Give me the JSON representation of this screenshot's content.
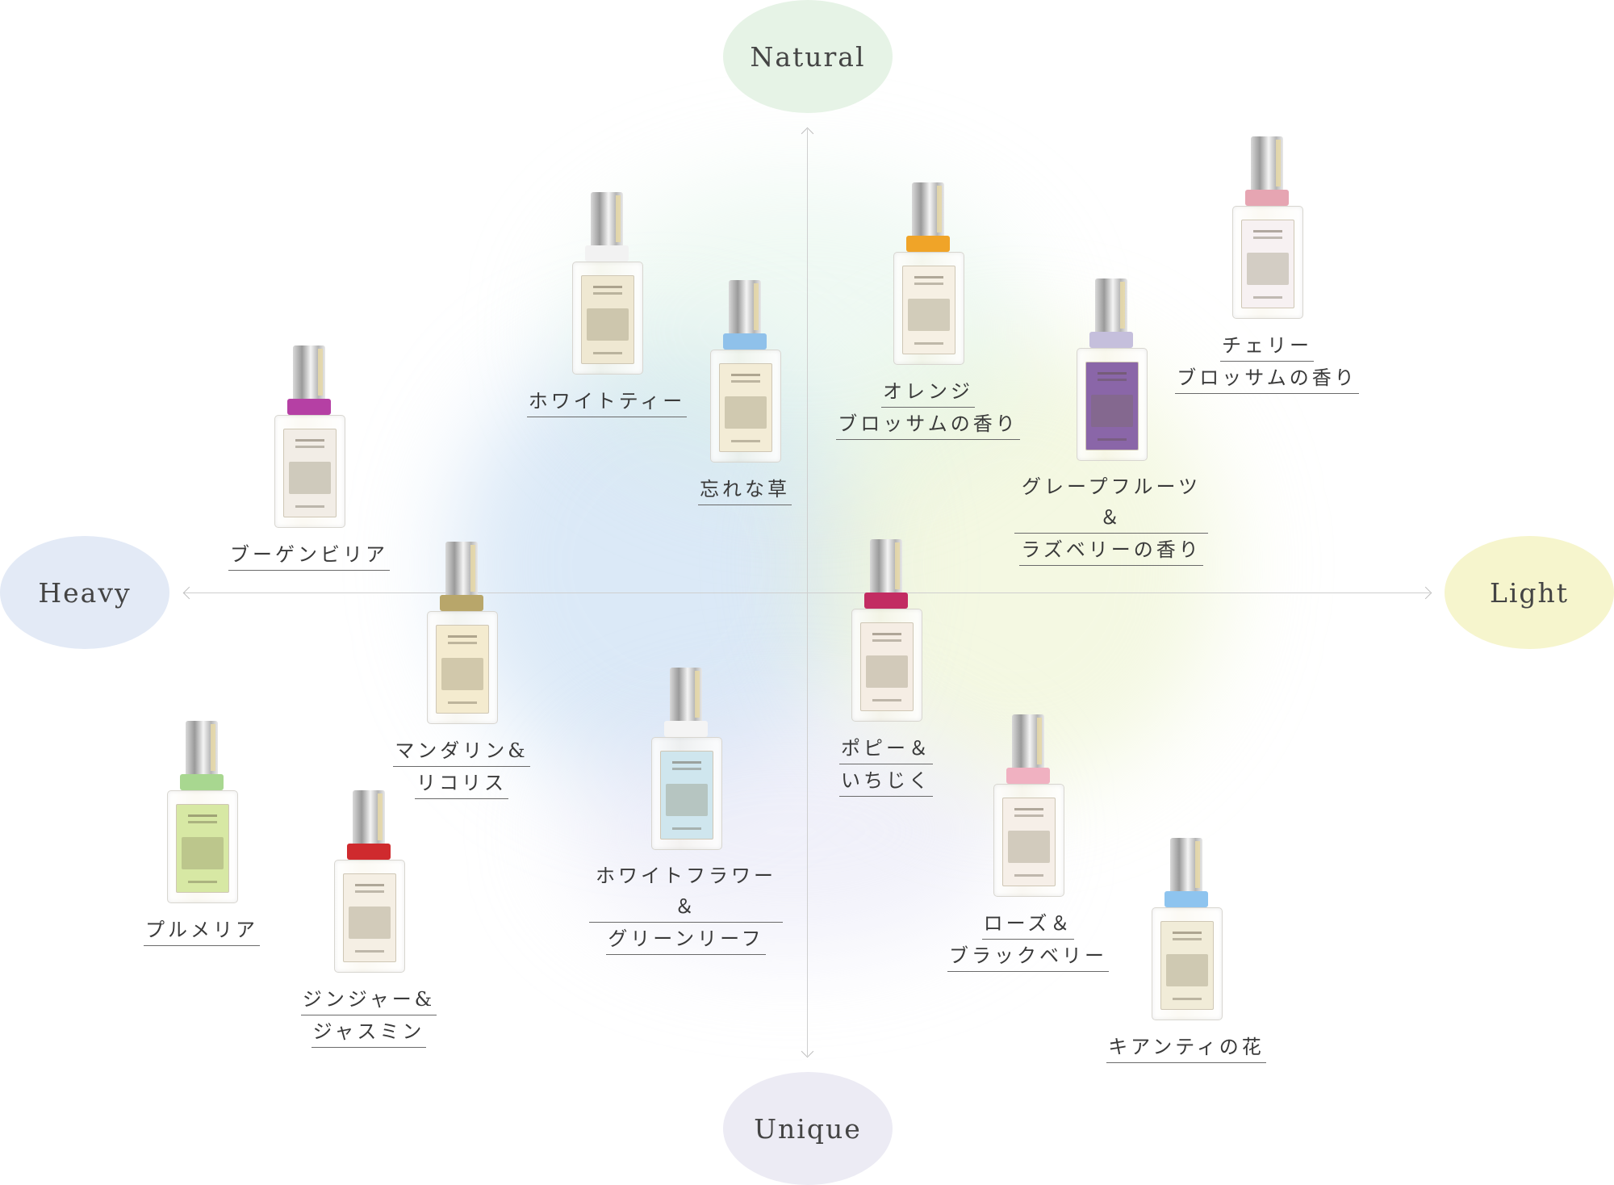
{
  "axes": {
    "natural": "Natural",
    "unique": "Unique",
    "heavy": "Heavy",
    "light": "Light"
  },
  "colors": {
    "natural_bg": "#e6f3e6",
    "unique_bg": "#ecebf4",
    "heavy_bg": "#e3eaf6",
    "light_bg": "#f6f5cd",
    "axis_line": "#cfcfcf"
  },
  "products": [
    {
      "id": "white-tea",
      "line1": "ホワイトティー",
      "line2": "",
      "collar": "#f2f2f2",
      "label": "#efe8d2"
    },
    {
      "id": "wasurenagusa",
      "line1": "忘れな草",
      "line2": "",
      "collar": "#8fc1ea",
      "label": "#f3ecd6"
    },
    {
      "id": "orange-blossom",
      "line1": "オレンジ",
      "line2": "ブロッサムの香り",
      "collar": "#f0a428",
      "label": "#f6f0e4"
    },
    {
      "id": "cherry-blossom",
      "line1": "チェリー",
      "line2": "ブロッサムの香り",
      "collar": "#e6a5b2",
      "label": "#f7f1f2"
    },
    {
      "id": "grapefruit-raspberry",
      "line1": "グレープフルーツ＆",
      "line2": "ラズベリーの香り",
      "collar": "#c5bfdc",
      "label": "#8a66a8"
    },
    {
      "id": "bougainvillea",
      "line1": "ブーゲンビリア",
      "line2": "",
      "collar": "#b540a4",
      "label": "#f2ede6"
    },
    {
      "id": "mandarin-licorice",
      "line1": "マンダリン&",
      "line2": "リコリス",
      "collar": "#b8a66a",
      "label": "#f4ebcf"
    },
    {
      "id": "poppy-fig",
      "line1": "ポピー＆",
      "line2": "いちじく",
      "collar": "#c22c62",
      "label": "#f5ede4"
    },
    {
      "id": "white-flower-green-leaf",
      "line1": "ホワイトフラワー＆",
      "line2": "グリーンリーフ",
      "collar": "#f4f4f4",
      "label": "#cfe6ee"
    },
    {
      "id": "frangipani",
      "line1": "プルメリア",
      "line2": "",
      "collar": "#a8d790",
      "label": "#d7e8a4"
    },
    {
      "id": "ginger-jasmine",
      "line1": "ジンジャー&",
      "line2": "ジャスミン",
      "collar": "#cf2a2e",
      "label": "#f5efe4"
    },
    {
      "id": "rose-blackberry",
      "line1": "ローズ＆",
      "line2": "ブラックベリー",
      "collar": "#f0b1c1",
      "label": "#f6efe8"
    },
    {
      "id": "chianti-flower",
      "line1": "キアンティの花",
      "line2": "",
      "collar": "#8ec4ef",
      "label": "#f1ecd8"
    }
  ]
}
